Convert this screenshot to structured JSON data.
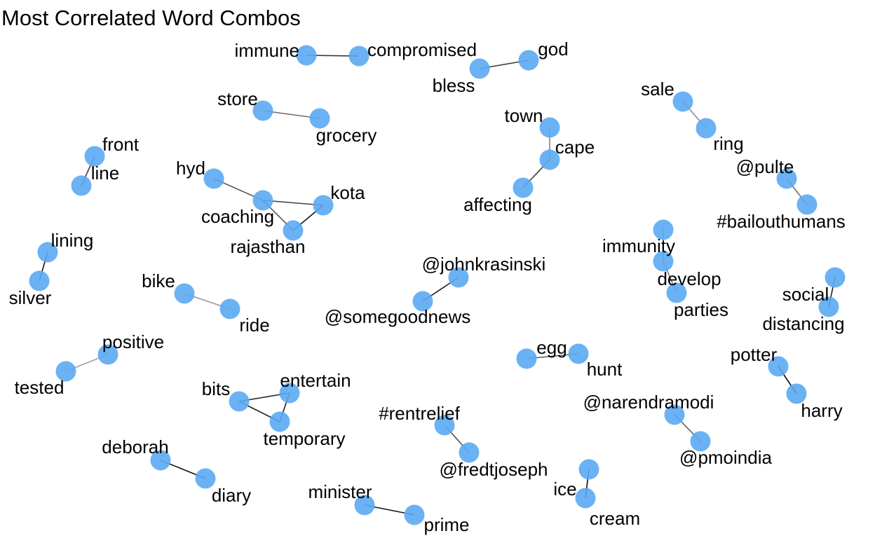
{
  "title": "Most Correlated Word Combos",
  "node_color": "#5aaaf2",
  "nodes": [
    {
      "id": "immune",
      "label": "immune"
    },
    {
      "id": "compromised",
      "label": "compromised"
    },
    {
      "id": "bless",
      "label": "bless"
    },
    {
      "id": "god",
      "label": "god"
    },
    {
      "id": "store",
      "label": "store"
    },
    {
      "id": "grocery",
      "label": "grocery"
    },
    {
      "id": "town",
      "label": "town"
    },
    {
      "id": "cape",
      "label": "cape"
    },
    {
      "id": "affecting",
      "label": "affecting"
    },
    {
      "id": "sale",
      "label": "sale"
    },
    {
      "id": "ring",
      "label": "ring"
    },
    {
      "id": "front",
      "label": "front"
    },
    {
      "id": "line",
      "label": "line"
    },
    {
      "id": "hyd",
      "label": "hyd"
    },
    {
      "id": "coaching",
      "label": "coaching"
    },
    {
      "id": "kota",
      "label": "kota"
    },
    {
      "id": "rajasthan",
      "label": "rajasthan"
    },
    {
      "id": "pulte",
      "label": "@pulte"
    },
    {
      "id": "bailouthumans",
      "label": "#bailouthumans"
    },
    {
      "id": "lining",
      "label": "lining"
    },
    {
      "id": "silver",
      "label": "silver"
    },
    {
      "id": "immunity",
      "label": "immunity"
    },
    {
      "id": "develop",
      "label": "develop"
    },
    {
      "id": "parties",
      "label": "parties"
    },
    {
      "id": "johnkrasinski",
      "label": "@johnkrasinski"
    },
    {
      "id": "somegoodnews",
      "label": "@somegoodnews"
    },
    {
      "id": "bike",
      "label": "bike"
    },
    {
      "id": "ride",
      "label": "ride"
    },
    {
      "id": "social",
      "label": "social"
    },
    {
      "id": "distancing",
      "label": "distancing"
    },
    {
      "id": "positive",
      "label": "positive"
    },
    {
      "id": "tested",
      "label": "tested"
    },
    {
      "id": "egg",
      "label": "egg"
    },
    {
      "id": "hunt",
      "label": "hunt"
    },
    {
      "id": "potter",
      "label": "potter"
    },
    {
      "id": "harry",
      "label": "harry"
    },
    {
      "id": "bits",
      "label": "bits"
    },
    {
      "id": "entertain",
      "label": "entertain"
    },
    {
      "id": "temporary",
      "label": "temporary"
    },
    {
      "id": "narendramodi",
      "label": "@narendramodi"
    },
    {
      "id": "pmoindia",
      "label": "@pmoindia"
    },
    {
      "id": "rentrelief",
      "label": "#rentrelief"
    },
    {
      "id": "fredtjoseph",
      "label": "@fredtjoseph"
    },
    {
      "id": "deborah",
      "label": "deborah"
    },
    {
      "id": "diary",
      "label": "diary"
    },
    {
      "id": "minister",
      "label": "minister"
    },
    {
      "id": "prime",
      "label": "prime"
    },
    {
      "id": "ice",
      "label": "ice"
    },
    {
      "id": "cream",
      "label": "cream"
    }
  ],
  "edges": [
    {
      "source": "immune",
      "target": "compromised",
      "weight": 0.75
    },
    {
      "source": "bless",
      "target": "god",
      "weight": 0.72
    },
    {
      "source": "store",
      "target": "grocery",
      "weight": 0.45
    },
    {
      "source": "town",
      "target": "cape",
      "weight": 0.35
    },
    {
      "source": "cape",
      "target": "affecting",
      "weight": 0.7
    },
    {
      "source": "sale",
      "target": "ring",
      "weight": 0.3
    },
    {
      "source": "front",
      "target": "line",
      "weight": 0.7
    },
    {
      "source": "hyd",
      "target": "coaching",
      "weight": 0.55
    },
    {
      "source": "coaching",
      "target": "kota",
      "weight": 0.65
    },
    {
      "source": "coaching",
      "target": "rajasthan",
      "weight": 0.55
    },
    {
      "source": "kota",
      "target": "rajasthan",
      "weight": 0.9
    },
    {
      "source": "pulte",
      "target": "bailouthumans",
      "weight": 0.45
    },
    {
      "source": "lining",
      "target": "silver",
      "weight": 0.9
    },
    {
      "source": "immunity",
      "target": "develop",
      "weight": 0.45
    },
    {
      "source": "develop",
      "target": "parties",
      "weight": 0.4
    },
    {
      "source": "johnkrasinski",
      "target": "somegoodnews",
      "weight": 0.85
    },
    {
      "source": "bike",
      "target": "ride",
      "weight": 0.25
    },
    {
      "source": "social",
      "target": "distancing",
      "weight": 0.85
    },
    {
      "source": "positive",
      "target": "tested",
      "weight": 0.2
    },
    {
      "source": "egg",
      "target": "hunt",
      "weight": 0.5
    },
    {
      "source": "potter",
      "target": "harry",
      "weight": 0.95
    },
    {
      "source": "bits",
      "target": "entertain",
      "weight": 0.8
    },
    {
      "source": "bits",
      "target": "temporary",
      "weight": 0.85
    },
    {
      "source": "entertain",
      "target": "temporary",
      "weight": 0.85
    },
    {
      "source": "narendramodi",
      "target": "pmoindia",
      "weight": 0.55
    },
    {
      "source": "rentrelief",
      "target": "fredtjoseph",
      "weight": 0.6
    },
    {
      "source": "deborah",
      "target": "diary",
      "weight": 0.92
    },
    {
      "source": "minister",
      "target": "prime",
      "weight": 0.9
    },
    {
      "source": "ice",
      "target": "cream",
      "weight": 0.95
    }
  ]
}
